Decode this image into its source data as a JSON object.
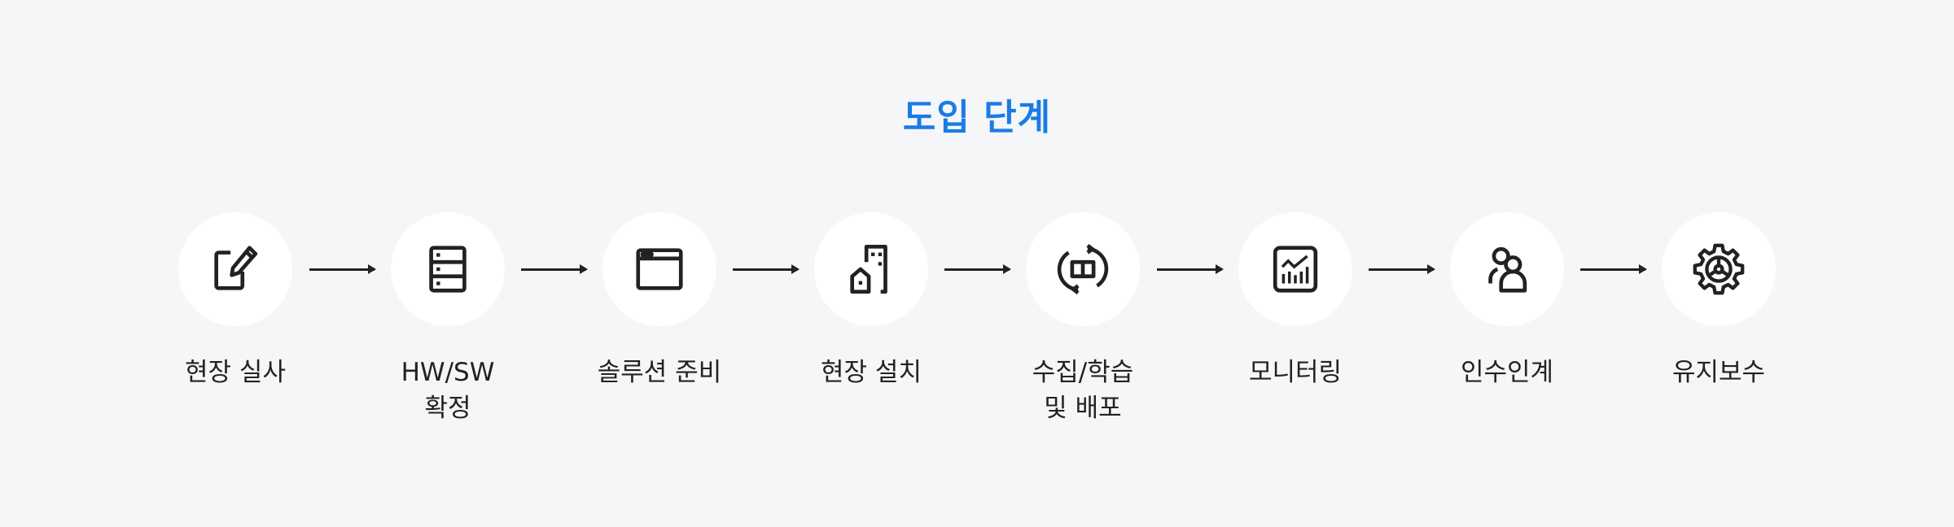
{
  "title": "도입 단계",
  "steps": [
    {
      "label": "현장 실사",
      "icon": "edit-icon"
    },
    {
      "label": "HW/SW\n확정",
      "icon": "server-icon"
    },
    {
      "label": "솔루션 준비",
      "icon": "browser-window-icon"
    },
    {
      "label": "현장 설치",
      "icon": "building-icon"
    },
    {
      "label": "수집/학습\n및 배포",
      "icon": "book-cycle-icon"
    },
    {
      "label": "모니터링",
      "icon": "chart-monitor-icon"
    },
    {
      "label": "인수인계",
      "icon": "users-icon"
    },
    {
      "label": "유지보수",
      "icon": "gear-icon"
    }
  ],
  "colors": {
    "accent": "#1b7be6",
    "icon": "#222222",
    "background": "#f5f6f8"
  }
}
